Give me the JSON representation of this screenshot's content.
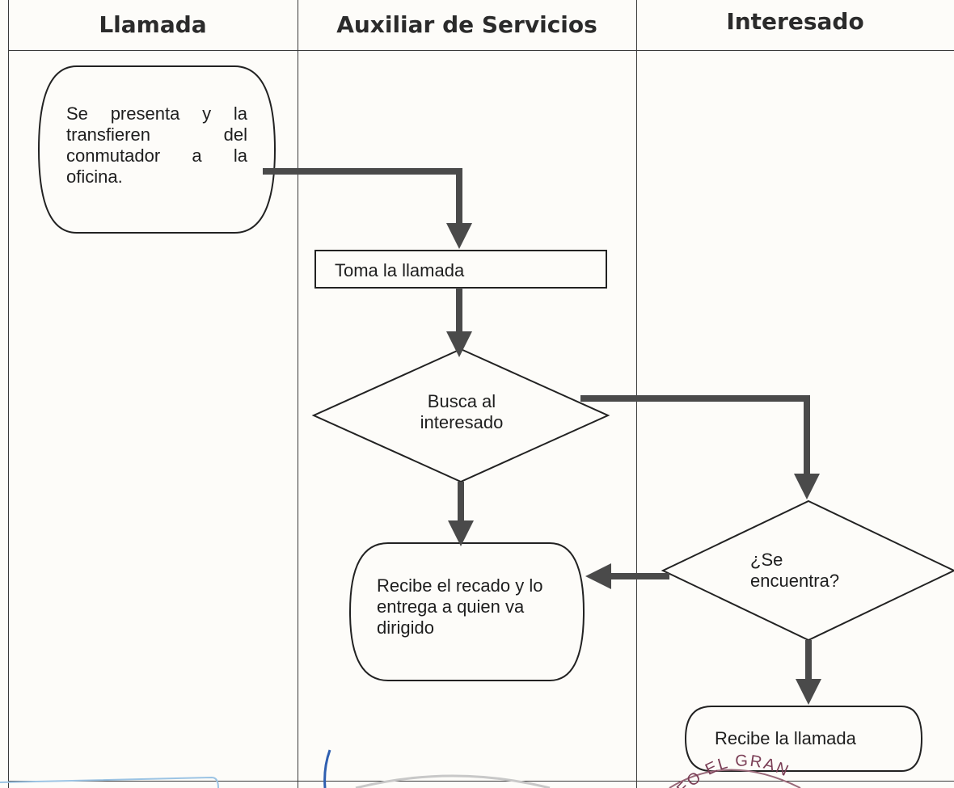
{
  "lanes": [
    {
      "title": "Llamada"
    },
    {
      "title": "Auxiliar de Servicios"
    },
    {
      "title": "Interesado"
    }
  ],
  "nodes": {
    "start": {
      "shape": "rounded-terminal",
      "text": "Se presenta y la transfieren del conmutador a la oficina."
    },
    "take_call": {
      "shape": "process-box",
      "text": "Toma la llamada"
    },
    "search": {
      "shape": "decision",
      "text": "Busca al interesado"
    },
    "found": {
      "shape": "decision",
      "text": "¿Se encuentra?"
    },
    "message": {
      "shape": "rounded-terminal",
      "text": "Recibe el recado y lo entrega a quien va dirigido"
    },
    "receive_call": {
      "shape": "rounded-terminal",
      "text": "Recibe la llamada"
    }
  },
  "stamp": {
    "text": "EO EL GRAN"
  },
  "colors": {
    "ink": "#1e1e1e",
    "arrow": "#4a4a4a",
    "grid": "#3a3a3a",
    "paper": "#fdfcf9"
  }
}
